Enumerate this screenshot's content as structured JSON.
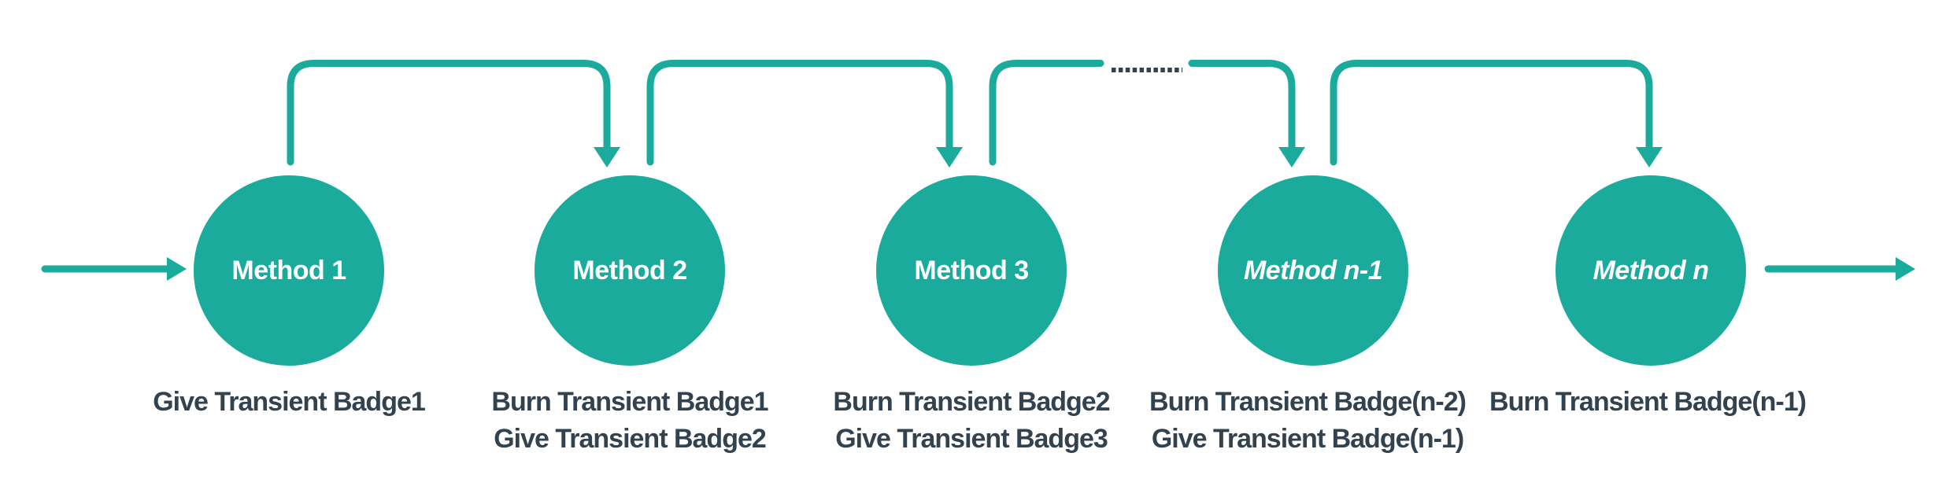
{
  "colors": {
    "accent_teal": "#1aab9d",
    "label_slate": "#33424f",
    "circle_text": "#ffffff",
    "background": "#ffffff"
  },
  "methods": [
    {
      "label": "Method 1",
      "badge_actions": [
        "Give Transient Badge1"
      ]
    },
    {
      "label": "Method 2",
      "badge_actions": [
        "Burn Transient Badge1",
        "Give Transient Badge2"
      ]
    },
    {
      "label": "Method 3",
      "badge_actions": [
        "Burn Transient Badge2",
        "Give Transient Badge3"
      ]
    },
    {
      "label": "Method n-1",
      "badge_actions": [
        "Burn Transient Badge(n-2)",
        "Give Transient Badge(n-1)"
      ]
    },
    {
      "label": "Method n",
      "badge_actions": [
        "Burn Transient Badge(n-1)"
      ]
    }
  ]
}
